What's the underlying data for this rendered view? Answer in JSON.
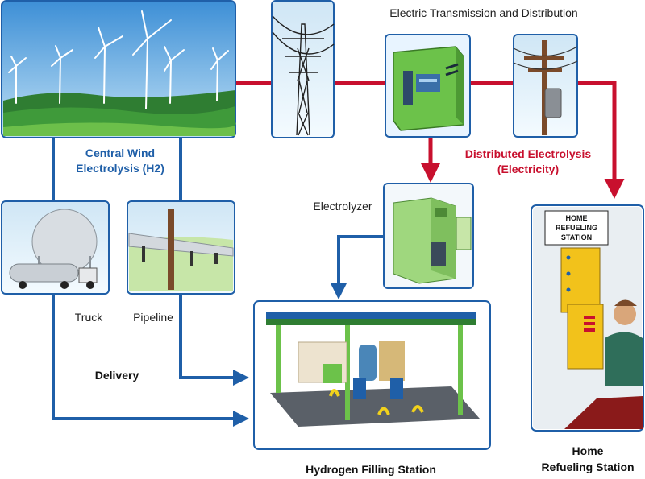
{
  "labels": {
    "central_wind": [
      "Central Wind",
      "Electrolysis (H2)"
    ],
    "transmission": "Electric Transmission and Distribution",
    "distributed": [
      "Distributed Electrolysis",
      "(Electricity)"
    ],
    "electrolyzer": "Electrolyzer",
    "truck": "Truck",
    "pipeline": "Pipeline",
    "delivery": "Delivery",
    "hydrogen_station": "Hydrogen Filling Station",
    "home_station": [
      "Home",
      "Refueling Station"
    ],
    "home_sign": [
      "HOME",
      "REFUELING",
      "STATION"
    ]
  },
  "colors": {
    "flow_blue": "#1f5fa8",
    "flow_red": "#c8102e",
    "panel_border": "#1f5fa8"
  }
}
